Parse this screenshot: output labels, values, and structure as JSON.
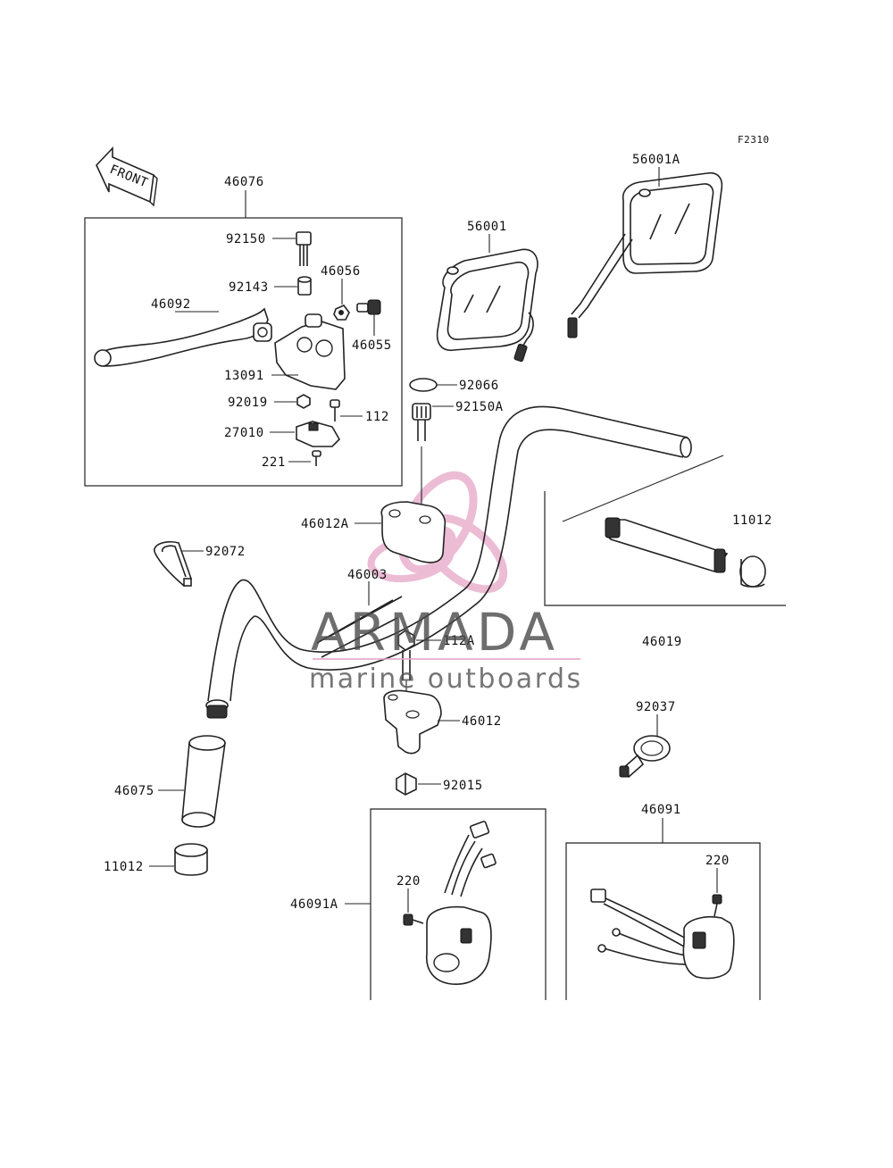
{
  "figure_code": "F2310",
  "front_arrow_label": "FRONT",
  "watermark": {
    "brand": "ARMADA",
    "tagline": "marine outboards",
    "accent_color": "#e6a6c8"
  },
  "parts": {
    "p46076": "46076",
    "p92150": "92150",
    "p92143": "92143",
    "p46056": "46056",
    "p46092": "46092",
    "p46055": "46055",
    "p13091": "13091",
    "p92019": "92019",
    "p112": "112",
    "p27010": "27010",
    "p221": "221",
    "p56001": "56001",
    "p56001A": "56001A",
    "p92066": "92066",
    "p92150A": "92150A",
    "p46012A": "46012A",
    "p11012_right": "11012",
    "p92072": "92072",
    "p46003": "46003",
    "p112A": "112A",
    "p46019": "46019",
    "p46012": "46012",
    "p92037": "92037",
    "p46075": "46075",
    "p92015": "92015",
    "p46091": "46091",
    "p11012_left": "11012",
    "p220_left": "220",
    "p46091A": "46091A",
    "p220_right": "220"
  }
}
